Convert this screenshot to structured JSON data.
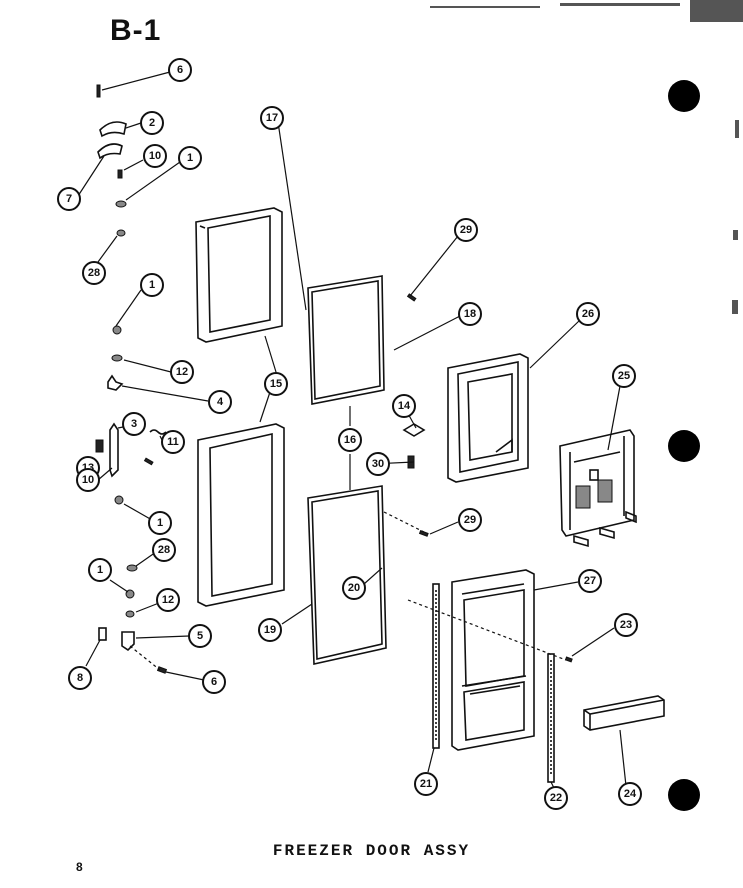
{
  "page": {
    "heading": "B-1",
    "caption": "FREEZER DOOR ASSY",
    "page_number": "8"
  },
  "callouts": [
    {
      "id": "c-6a",
      "label": "6"
    },
    {
      "id": "c-2",
      "label": "2"
    },
    {
      "id": "c-10a",
      "label": "10"
    },
    {
      "id": "c-1a",
      "label": "1"
    },
    {
      "id": "c-7",
      "label": "7"
    },
    {
      "id": "c-28a",
      "label": "28"
    },
    {
      "id": "c-1b",
      "label": "1"
    },
    {
      "id": "c-12a",
      "label": "12"
    },
    {
      "id": "c-4",
      "label": "4"
    },
    {
      "id": "c-3",
      "label": "3"
    },
    {
      "id": "c-11",
      "label": "11"
    },
    {
      "id": "c-13",
      "label": "13"
    },
    {
      "id": "c-10b",
      "label": "10"
    },
    {
      "id": "c-1c",
      "label": "1"
    },
    {
      "id": "c-28b",
      "label": "28"
    },
    {
      "id": "c-1d",
      "label": "1"
    },
    {
      "id": "c-12b",
      "label": "12"
    },
    {
      "id": "c-5",
      "label": "5"
    },
    {
      "id": "c-8",
      "label": "8"
    },
    {
      "id": "c-6b",
      "label": "6"
    },
    {
      "id": "c-17",
      "label": "17"
    },
    {
      "id": "c-15",
      "label": "15"
    },
    {
      "id": "c-18a",
      "label": "18"
    },
    {
      "id": "c-16",
      "label": "16"
    },
    {
      "id": "c-29a",
      "label": "29"
    },
    {
      "id": "c-26",
      "label": "26"
    },
    {
      "id": "c-14",
      "label": "14"
    },
    {
      "id": "c-30",
      "label": "30"
    },
    {
      "id": "c-25",
      "label": "25"
    },
    {
      "id": "c-29b",
      "label": "29"
    },
    {
      "id": "c-20",
      "label": "20"
    },
    {
      "id": "c-19",
      "label": "19"
    },
    {
      "id": "c-27",
      "label": "27"
    },
    {
      "id": "c-23",
      "label": "23"
    },
    {
      "id": "c-21",
      "label": "21"
    },
    {
      "id": "c-22",
      "label": "22"
    },
    {
      "id": "c-24",
      "label": "24"
    }
  ]
}
